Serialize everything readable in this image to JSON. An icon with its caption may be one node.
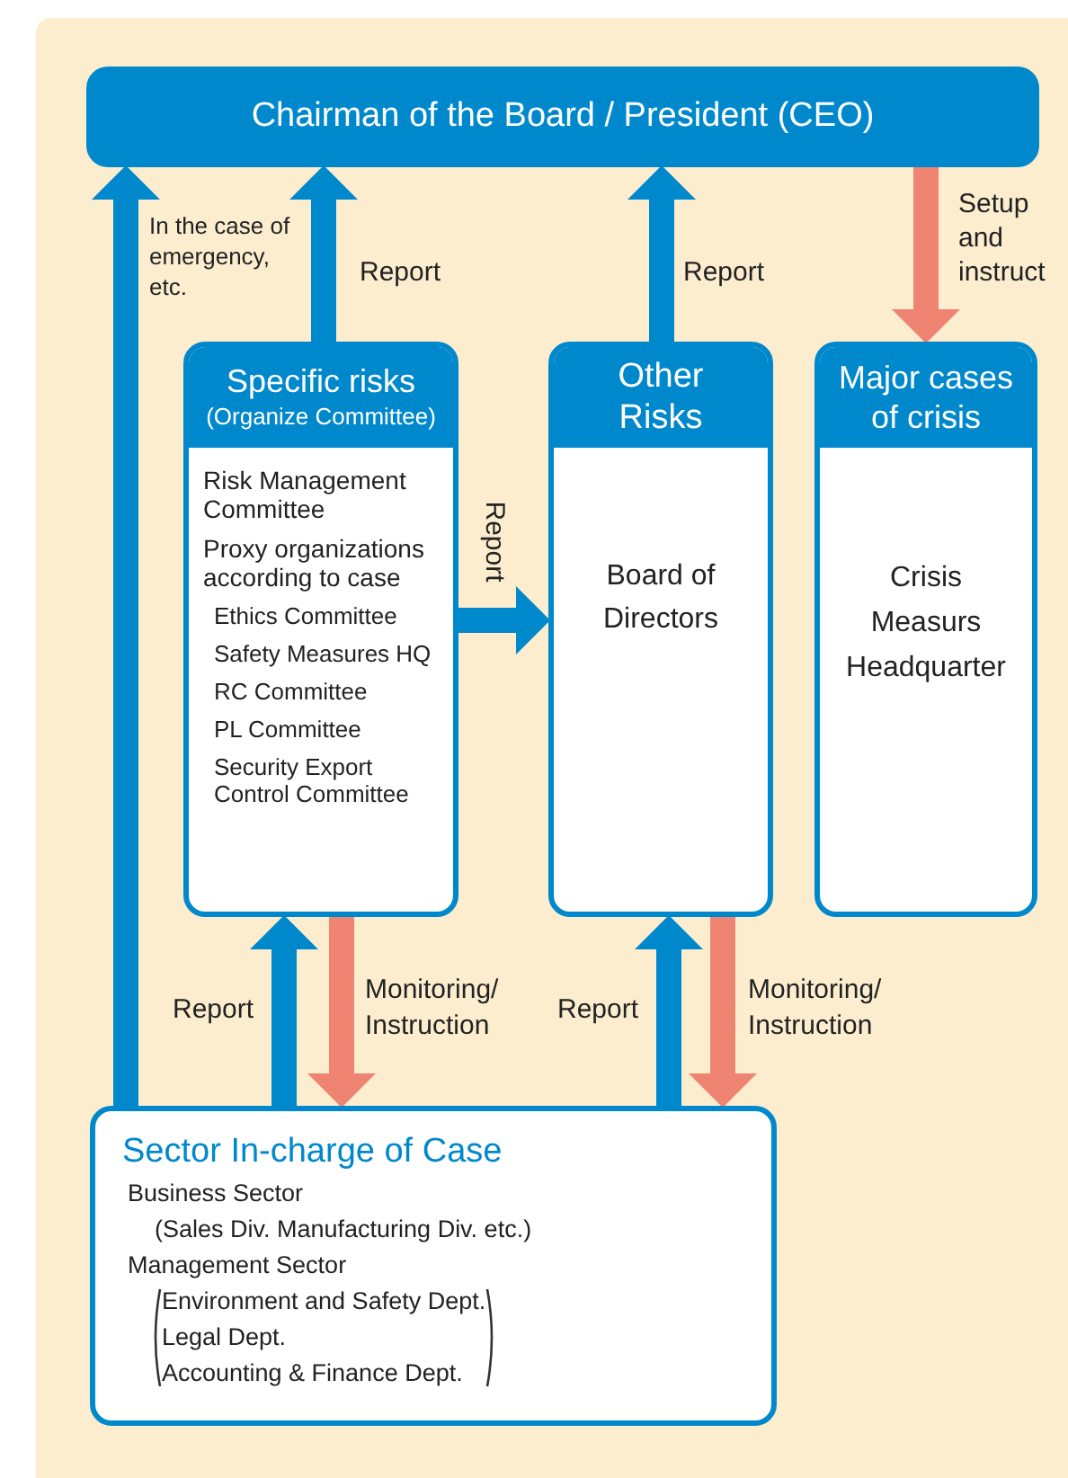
{
  "diagram": {
    "nodes": [
      {
        "text": [
          "Chairman of the Board / President (CEO)"
        ]
      },
      {
        "text": [
          "Specific risks",
          "(Organize Committee)",
          "Risk Management Committee",
          "Proxy organizations according to case",
          "Ethics Committee",
          "Safety Measures HQ",
          "RC Committee",
          "PL Committee",
          "Security Export Control Committee"
        ]
      },
      {
        "text": [
          "Other Risks",
          "Board of Directors"
        ]
      },
      {
        "text": [
          "Major cases of crisis",
          "Crisis Measurs Headquarter"
        ]
      },
      {
        "text": [
          "Sector In-charge of Case",
          "Business Sector",
          "(Sales Div. Manufacturing Div. etc.)",
          "Management Sector",
          "Environment and Safety Dept.",
          "Legal Dept.",
          "Accounting & Finance Dept."
        ]
      }
    ],
    "edges": [
      {
        "from": 4,
        "to": 0,
        "arrow": "to",
        "label": "In the case of emergency, etc."
      },
      {
        "from": 1,
        "to": 0,
        "arrow": "to",
        "label": "Report"
      },
      {
        "from": 2,
        "to": 0,
        "arrow": "to",
        "label": "Report"
      },
      {
        "from": 0,
        "to": 3,
        "arrow": "to",
        "label": "Setup and instruct",
        "color": "#f08472"
      },
      {
        "from": 1,
        "to": 2,
        "arrow": "to",
        "label": "Report"
      },
      {
        "from": 4,
        "to": 1,
        "arrow": "to",
        "label": "Report"
      },
      {
        "from": 1,
        "to": 4,
        "arrow": "to",
        "label": "Monitoring/ Instruction",
        "color": "#f08472"
      },
      {
        "from": 4,
        "to": 2,
        "arrow": "to",
        "label": "Report"
      },
      {
        "from": 2,
        "to": 4,
        "arrow": "to",
        "label": "Monitoring/ Instruction",
        "color": "#f08472"
      }
    ]
  }
}
